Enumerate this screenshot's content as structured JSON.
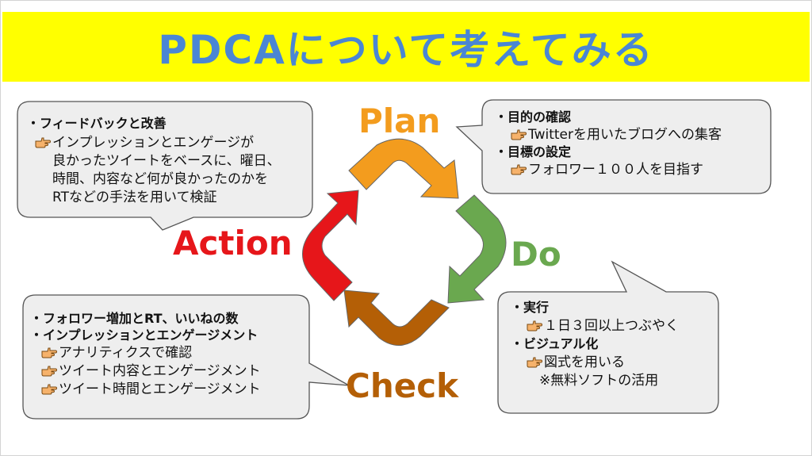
{
  "title": "PDCAについて考えてみる",
  "colors": {
    "banner": "#ffff00",
    "title": "#4a86d4",
    "plan": "#f39c1e",
    "do": "#6aa84f",
    "check": "#b45f06",
    "action": "#e6161a"
  },
  "phases": {
    "plan": "Plan",
    "do": "Do",
    "check": "Check",
    "action": "Action"
  },
  "icons": {
    "bullet_hand": "pointing-hand-icon"
  },
  "callouts": {
    "plan": {
      "head1": "・目的の確認",
      "item1": "Twitterを用いたブログへの集客",
      "head2": "・目標の設定",
      "item2": "フォロワー１００人を目指す"
    },
    "do": {
      "head1": "・実行",
      "item1": "１日３回以上つぶやく",
      "head2": "・ビジュアル化",
      "item2": "図式を用いる",
      "note": "※無料ソフトの活用"
    },
    "check": {
      "head1": "・フォロワー増加とRT、いいねの数",
      "head2": "・インプレッションとエンゲージメント",
      "item1": "アナリティクスで確認",
      "item2": "ツイート内容とエンゲージメント",
      "item3": "ツイート時間とエンゲージメント"
    },
    "action": {
      "head1": "・フィードバックと改善",
      "item1": "インプレッションとエンゲージが",
      "cont1": "良かったツイートをベースに、曜日、",
      "cont2": "時間、内容など何が良かったのかを",
      "cont3": "RTなどの手法を用いて検証"
    }
  }
}
